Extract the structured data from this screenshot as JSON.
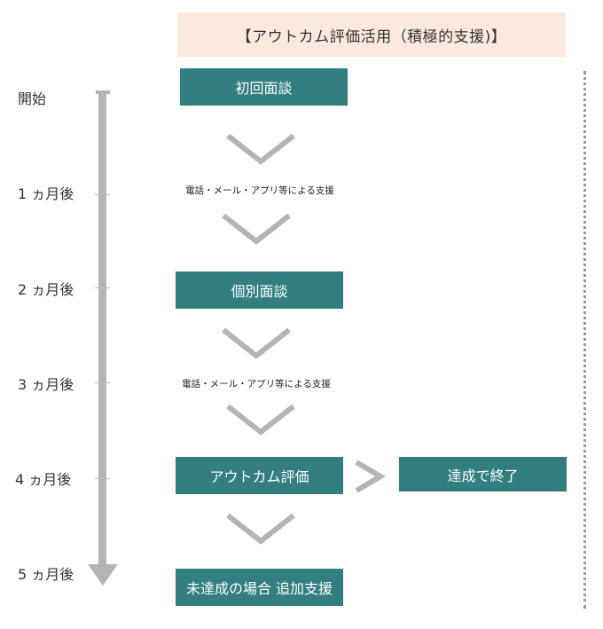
{
  "header": {
    "title": "【アウトカム評価活用（積極的支援)】"
  },
  "timeline": {
    "labels": [
      "開始",
      "1 ヵ月後",
      "2 ヵ月後",
      "3 ヵ月後",
      "4 ヵ月後",
      "5 ヵ月後"
    ]
  },
  "steps": {
    "initial_interview": "初回面談",
    "support_1": "電話・メール・アプリ等による支援",
    "individual_interview": "個別面談",
    "support_2": "電話・メール・アプリ等による支援",
    "outcome_evaluation": "アウトカム評価",
    "achieved_end": "達成で終了",
    "additional_support": "未達成の場合 追加支援"
  },
  "colors": {
    "step_fill": "#327e80",
    "header_fill": "#fbe9dd",
    "timeline": "#b4b4b4",
    "chevron": "#b4b4b4"
  }
}
